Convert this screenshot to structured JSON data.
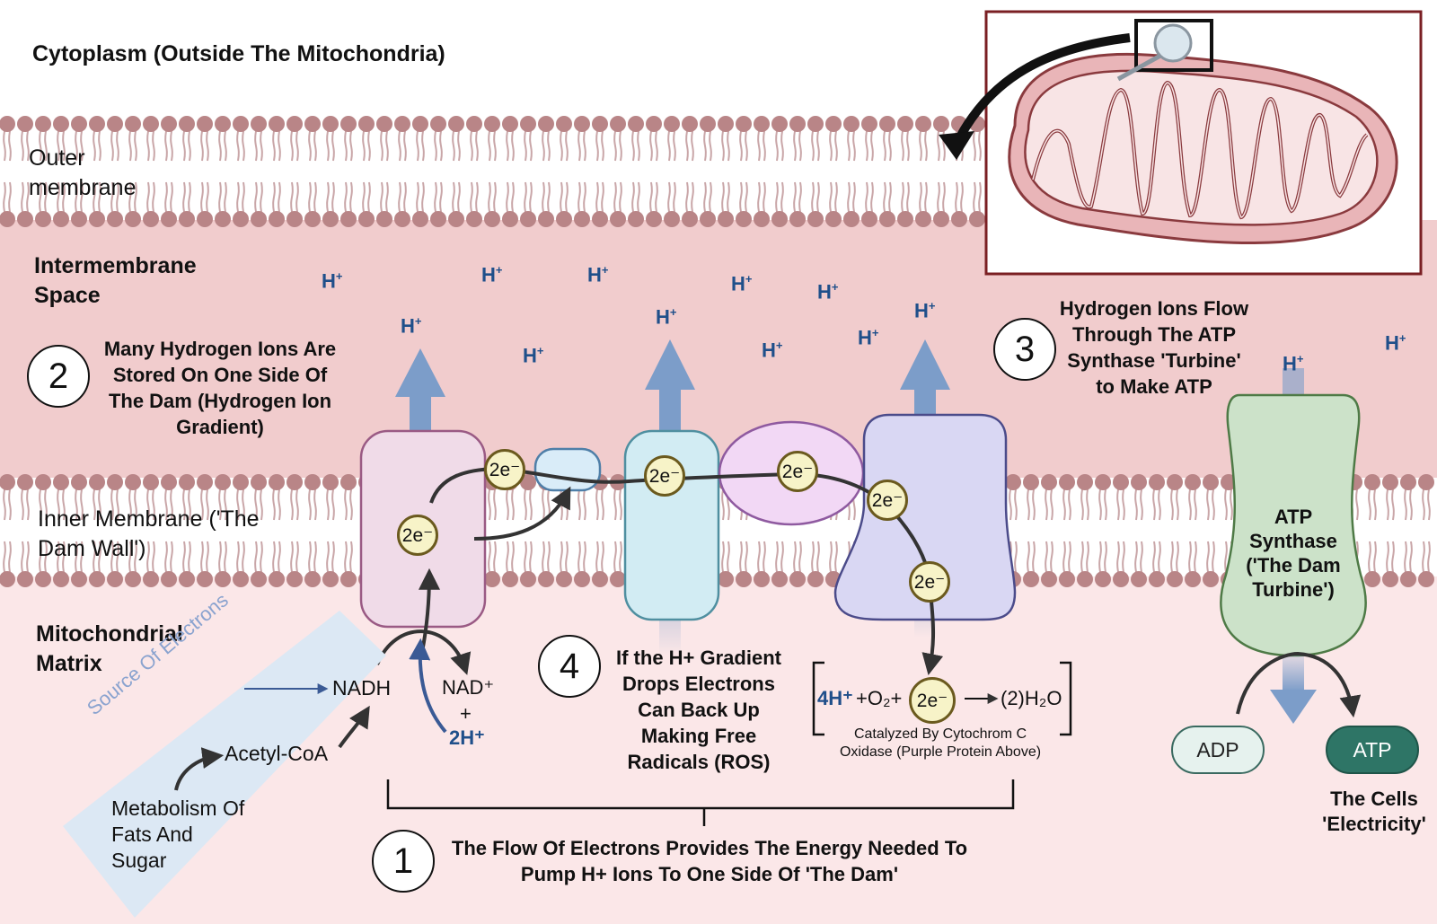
{
  "regions": {
    "cytoplasm": "Cytoplasm (Outside The Mitochondria)",
    "outer_membrane": "Outer membrane",
    "intermembrane": "Intermembrane Space",
    "inner_membrane": "Inner Membrane ('The Dam Wall')",
    "matrix": "Mitochondrial Matrix"
  },
  "hydrogen_ion": {
    "base": "H",
    "charge": "+"
  },
  "electron_label": "2e⁻",
  "steps": {
    "step1": {
      "number": "1",
      "text": "The Flow Of Electrons Provides The Energy Needed To Pump H+ Ions To One Side Of 'The Dam'"
    },
    "step2": {
      "number": "2",
      "text": "Many Hydrogen Ions Are Stored On One Side Of The Dam (Hydrogen Ion Gradient)"
    },
    "step3": {
      "number": "3",
      "text": "Hydrogen Ions Flow Through The ATP Synthase 'Turbine' to Make ATP"
    },
    "step4": {
      "number": "4",
      "text": "If the H+ Gradient Drops Electrons Can Back Up Making Free Radicals (ROS)"
    }
  },
  "metabolism": {
    "source_label": "Source Of Electrons",
    "nadh": "NADH",
    "nad_plus": "NAD⁺",
    "plus": "+",
    "two_h": "2H⁺",
    "acetyl_coa": "Acetyl-CoA",
    "fats_sugar": "Metabolism Of Fats And Sugar"
  },
  "oxygen_reaction": {
    "reactant_h": "4H⁺",
    "plus_o2": "+O₂+",
    "product": "(2)H₂O",
    "caption": "Catalyzed By Cytochrom C Oxidase (Purple Protein Above)"
  },
  "atp_synthase": {
    "label": "ATP Synthase ('The Dam Turbine')",
    "adp": "ADP",
    "atp": "ATP",
    "electricity": "The Cells 'Electricity'"
  },
  "colors": {
    "intermembrane": "#f1cccd",
    "matrix": "#fbe7e8",
    "lipid_head": "#b98587",
    "complex1": "#f0dbe8",
    "complex3": "#d2ecf3",
    "complex4": "#d9d7f3",
    "atp_synthase": "#cce2c9",
    "h_ion": "#1f4f8a",
    "arrow_blue": "#7c9dc9"
  }
}
